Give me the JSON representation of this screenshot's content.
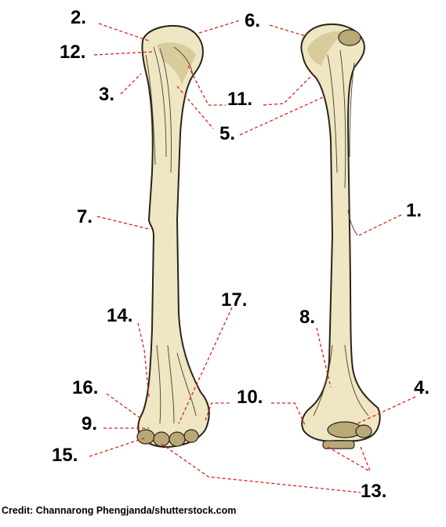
{
  "labels": {
    "l1": "1.",
    "l2": "2.",
    "l3": "3.",
    "l4": "4.",
    "l5": "5.",
    "l6": "6.",
    "l7": "7.",
    "l8": "8.",
    "l9": "9.",
    "l10": "10.",
    "l11": "11.",
    "l12": "12.",
    "l13": "13.",
    "l14": "14.",
    "l15": "15.",
    "l16": "16.",
    "l17": "17."
  },
  "credit": "Credit: Channarong Phengjanda/shutterstock.com",
  "colors": {
    "leader": "#e02020",
    "bone": "#efe6c4",
    "outline": "#2a2418"
  }
}
